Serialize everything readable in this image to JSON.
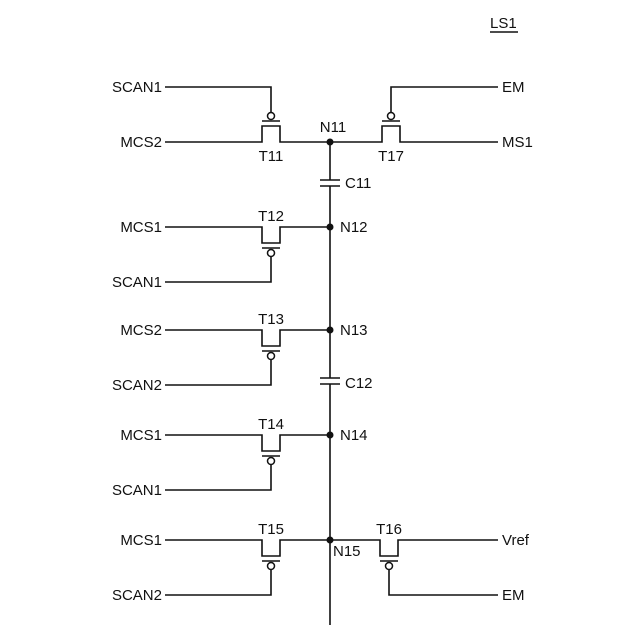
{
  "diagram": {
    "title": "LS1",
    "signals": {
      "scan1_t11": "SCAN1",
      "mcs2_t11": "MCS2",
      "em_t17": "EM",
      "ms1_t17": "MS1",
      "mcs1_t12": "MCS1",
      "scan1_t12": "SCAN1",
      "mcs2_t13": "MCS2",
      "scan2_t13": "SCAN2",
      "mcs1_t14": "MCS1",
      "scan1_t14": "SCAN1",
      "mcs1_t15": "MCS1",
      "scan2_t15": "SCAN2",
      "vref_t16": "Vref",
      "em_t16": "EM"
    },
    "transistors": {
      "t11": "T11",
      "t12": "T12",
      "t13": "T13",
      "t14": "T14",
      "t15": "T15",
      "t16": "T16",
      "t17": "T17"
    },
    "nodes": {
      "n11": "N11",
      "n12": "N12",
      "n13": "N13",
      "n14": "N14",
      "n15": "N15"
    },
    "capacitors": {
      "c11": "C11",
      "c12": "C12"
    }
  }
}
